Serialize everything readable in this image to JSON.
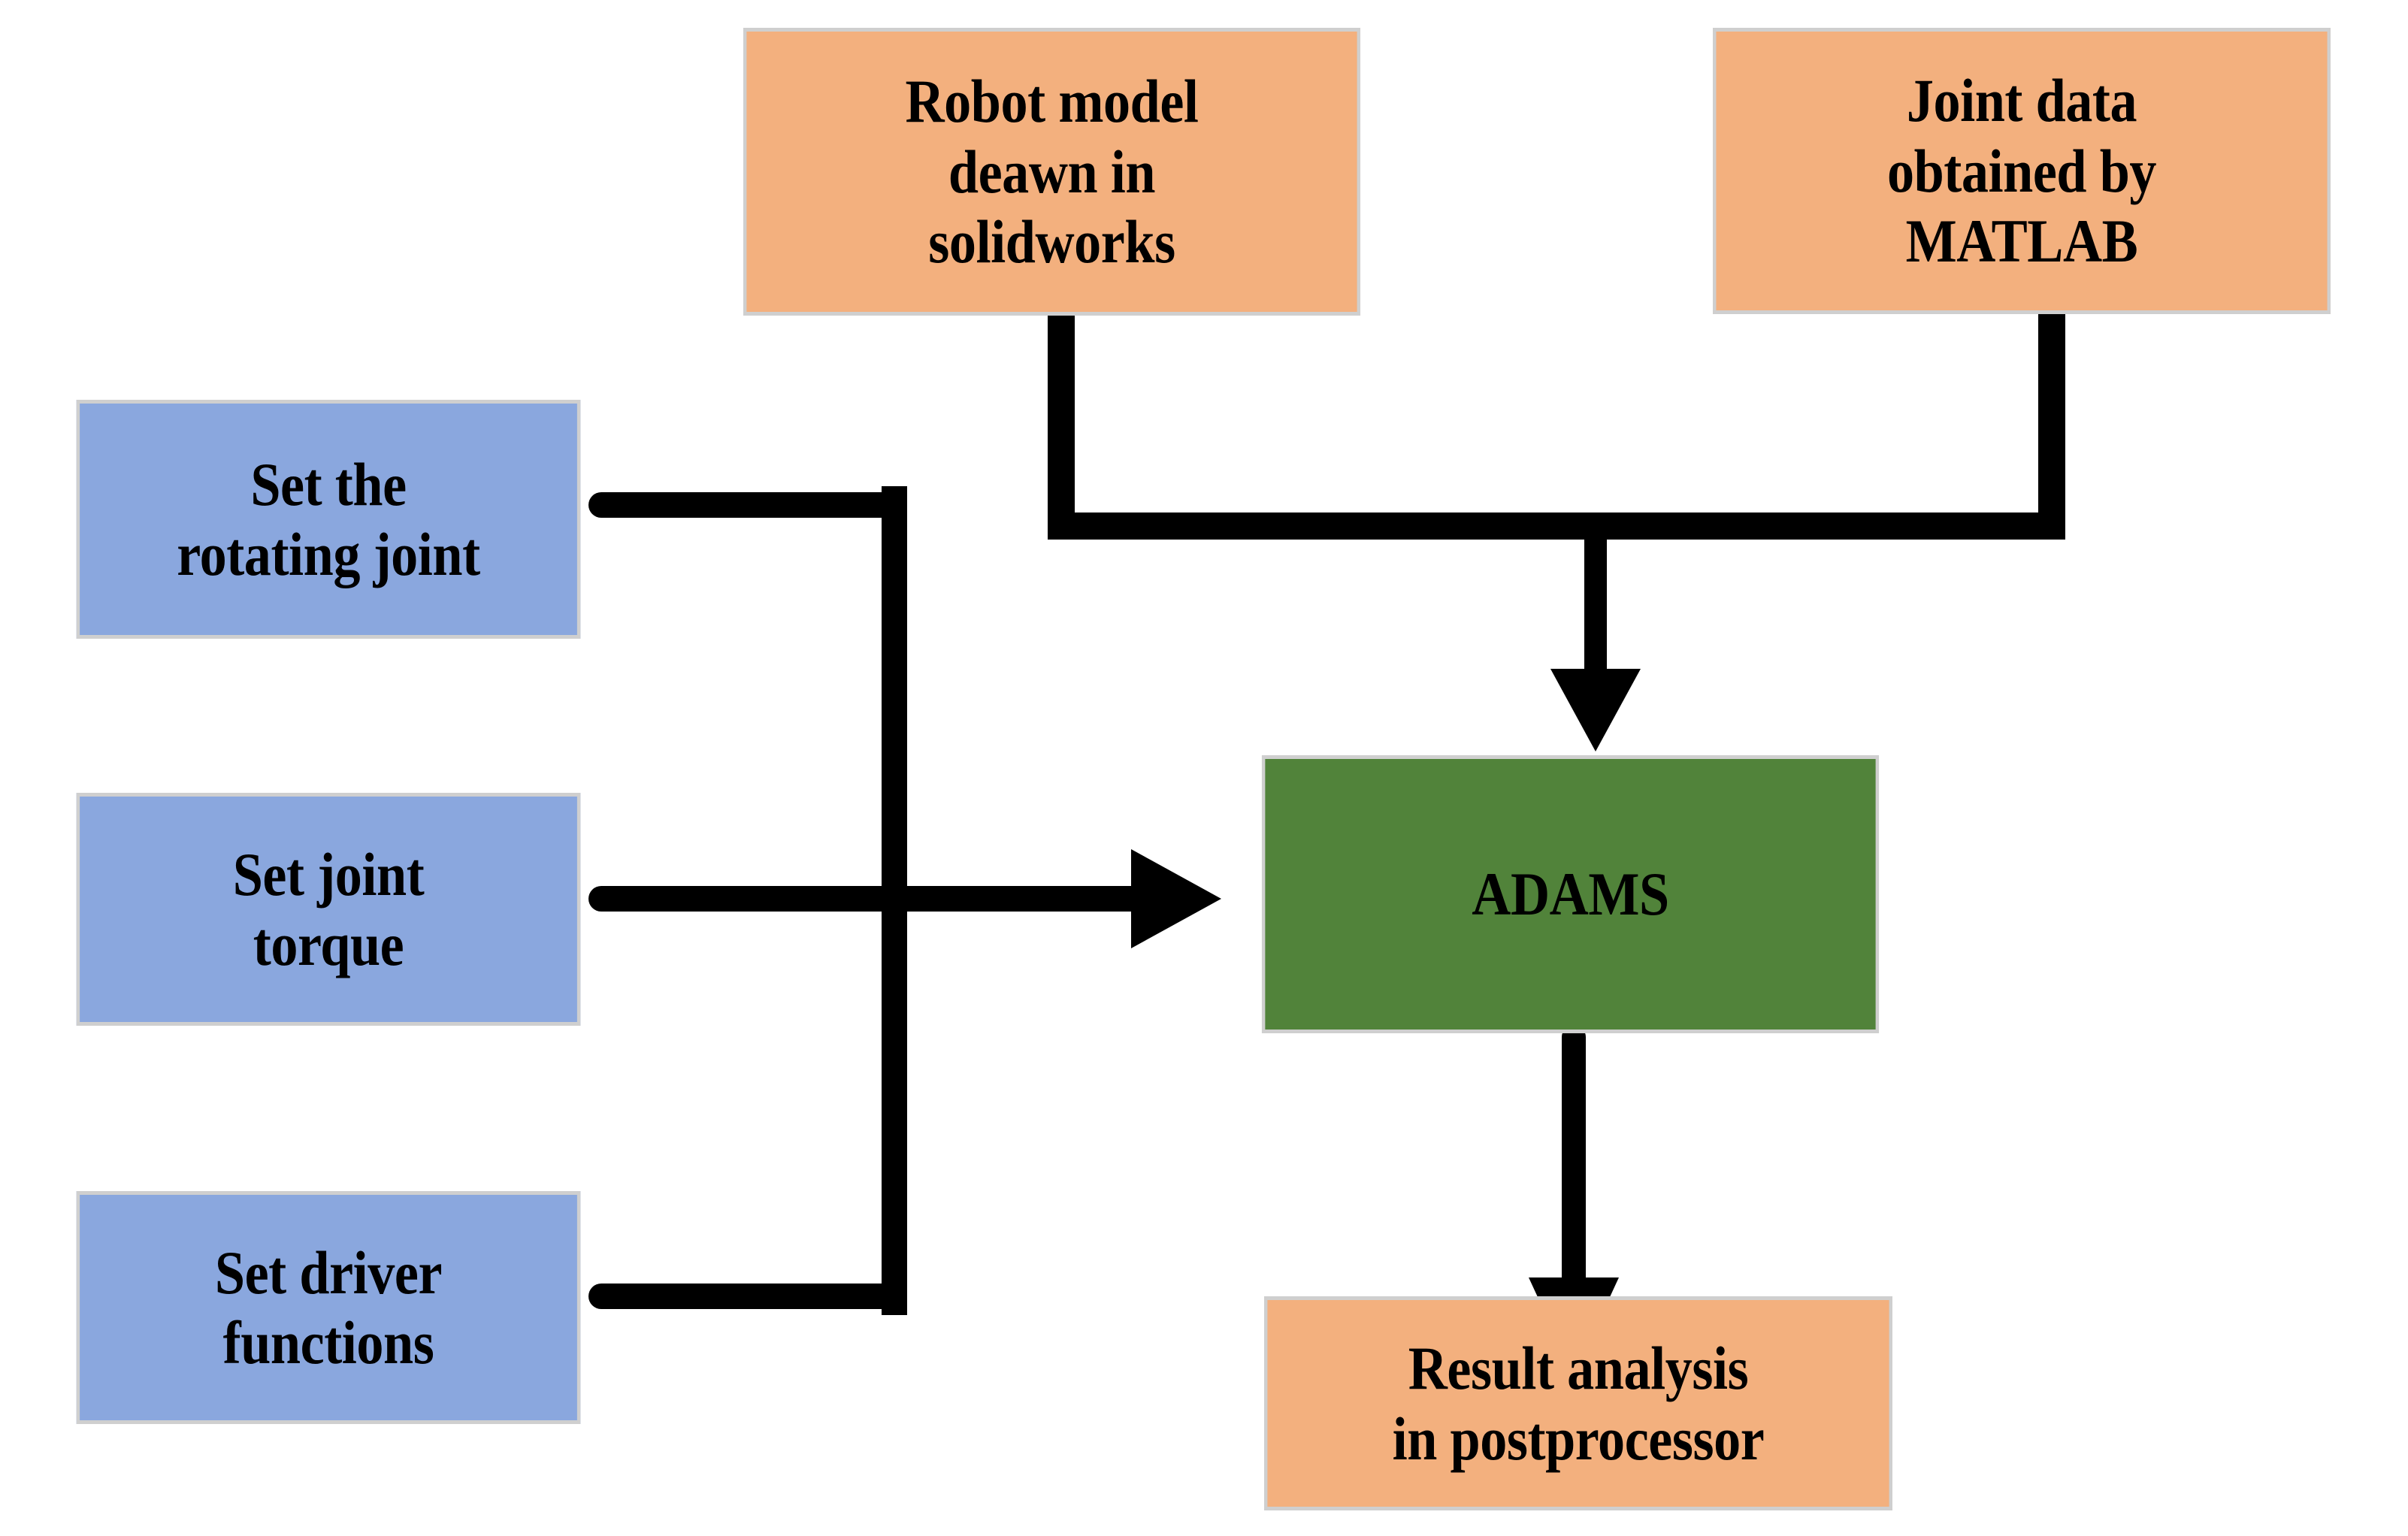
{
  "diagram": {
    "title": "ADAMS simulation workflow flowchart",
    "background": "#ffffff",
    "colors": {
      "orange": "#f3b07e",
      "blue": "#8aa7de",
      "green": "#51833a",
      "border": "#cfcfcf",
      "connector": "#000000",
      "text": "#000000"
    }
  },
  "nodes": {
    "robot_model": {
      "label": "Robot model\ndeawn in\nsolidworks",
      "color": "#f3b07e",
      "font_size": 82
    },
    "joint_data": {
      "label": "Joint data\nobtained by\nMATLAB",
      "color": "#f3b07e",
      "font_size": 82
    },
    "set_rotating_joint": {
      "label": "Set the\nrotating joint",
      "color": "#8aa7de",
      "font_size": 82
    },
    "set_joint_torque": {
      "label": "Set joint\ntorque",
      "color": "#8aa7de",
      "font_size": 82
    },
    "set_driver_functions": {
      "label": "Set driver\nfunctions",
      "color": "#8aa7de",
      "font_size": 82
    },
    "adams": {
      "label": "ADAMS",
      "color": "#51833a",
      "font_size": 82
    },
    "result_analysis": {
      "label": "Result analysis\nin postprocessor",
      "color": "#f3b07e",
      "font_size": 82
    }
  },
  "edges": [
    {
      "id": "robot-model-to-adams",
      "from": "robot_model",
      "to": "adams",
      "arrow": true
    },
    {
      "id": "joint-data-to-adams",
      "from": "joint_data",
      "to": "adams",
      "arrow": true
    },
    {
      "id": "rotating-joint-to-adams",
      "from": "set_rotating_joint",
      "to": "adams",
      "arrow": true
    },
    {
      "id": "joint-torque-to-adams",
      "from": "set_joint_torque",
      "to": "adams",
      "arrow": true
    },
    {
      "id": "driver-functions-to-adams",
      "from": "set_driver_functions",
      "to": "adams",
      "arrow": true
    },
    {
      "id": "adams-to-result-analysis",
      "from": "adams",
      "to": "result_analysis",
      "arrow": true
    }
  ]
}
